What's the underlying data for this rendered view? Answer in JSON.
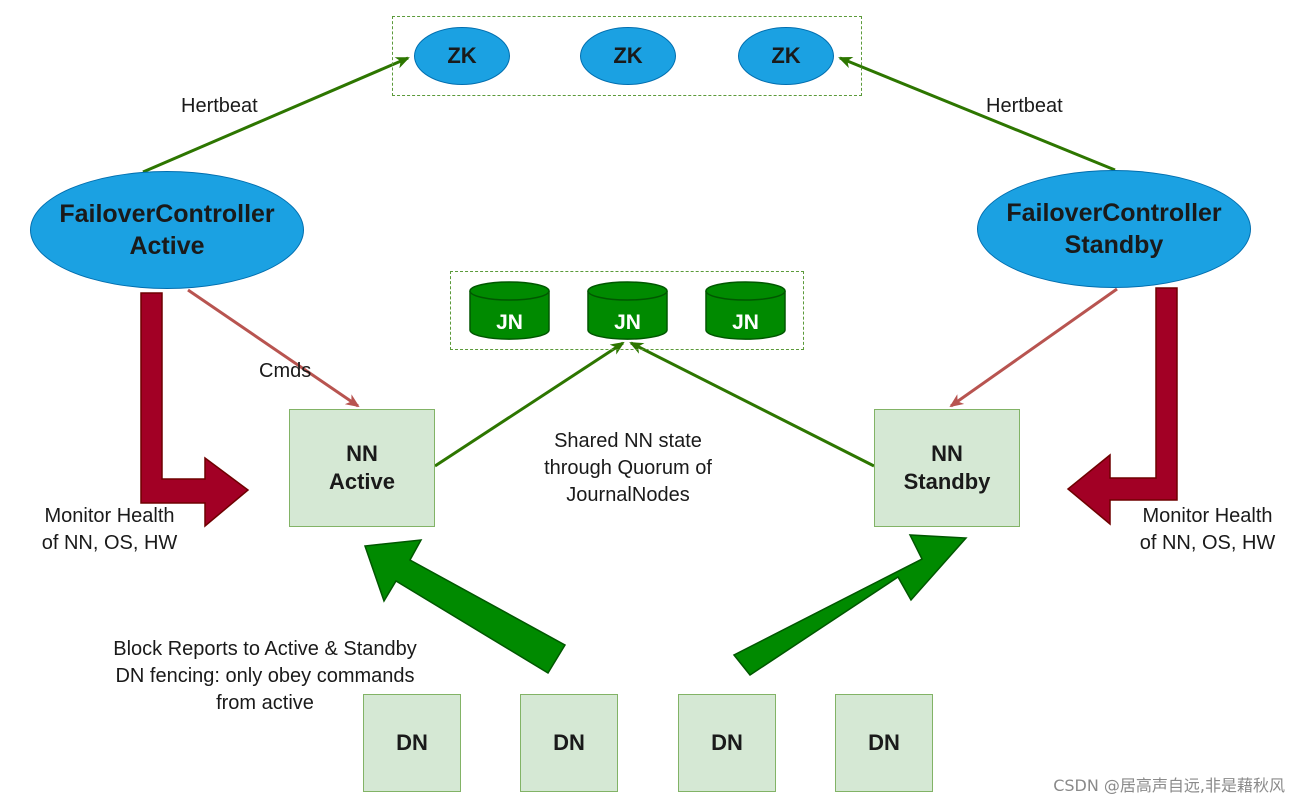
{
  "zk_nodes": [
    "ZK",
    "ZK",
    "ZK"
  ],
  "jn_nodes": [
    "JN",
    "JN",
    "JN"
  ],
  "dn_nodes": [
    "DN",
    "DN",
    "DN",
    "DN"
  ],
  "failover_active": {
    "line1": "FailoverController",
    "line2": "Active"
  },
  "failover_standby": {
    "line1": "FailoverController",
    "line2": "Standby"
  },
  "nn_active": {
    "line1": "NN",
    "line2": "Active"
  },
  "nn_standby": {
    "line1": "NN",
    "line2": "Standby"
  },
  "labels": {
    "heartbeat_left": "Hertbeat",
    "heartbeat_right": "Hertbeat",
    "cmds": "Cmds",
    "shared_state": [
      "Shared NN state",
      "through Quorum of",
      "JournalNodes"
    ],
    "monitor_left": [
      "Monitor Health",
      "of NN, OS, HW"
    ],
    "monitor_right": [
      "Monitor Health",
      "of NN, OS, HW"
    ],
    "block_reports": [
      "Block Reports to Active  & Standby",
      "DN fencing: only obey commands",
      "from active"
    ]
  },
  "watermark": "CSDN @居高声自远,非是藉秋风",
  "colors": {
    "node_blue": "#1ba1e2",
    "box_green": "#d5e8d4",
    "jn_green": "#008a00",
    "arrow_green": "#2d7600",
    "arrow_red": "#b85450",
    "health_arrow": "#a20025"
  }
}
